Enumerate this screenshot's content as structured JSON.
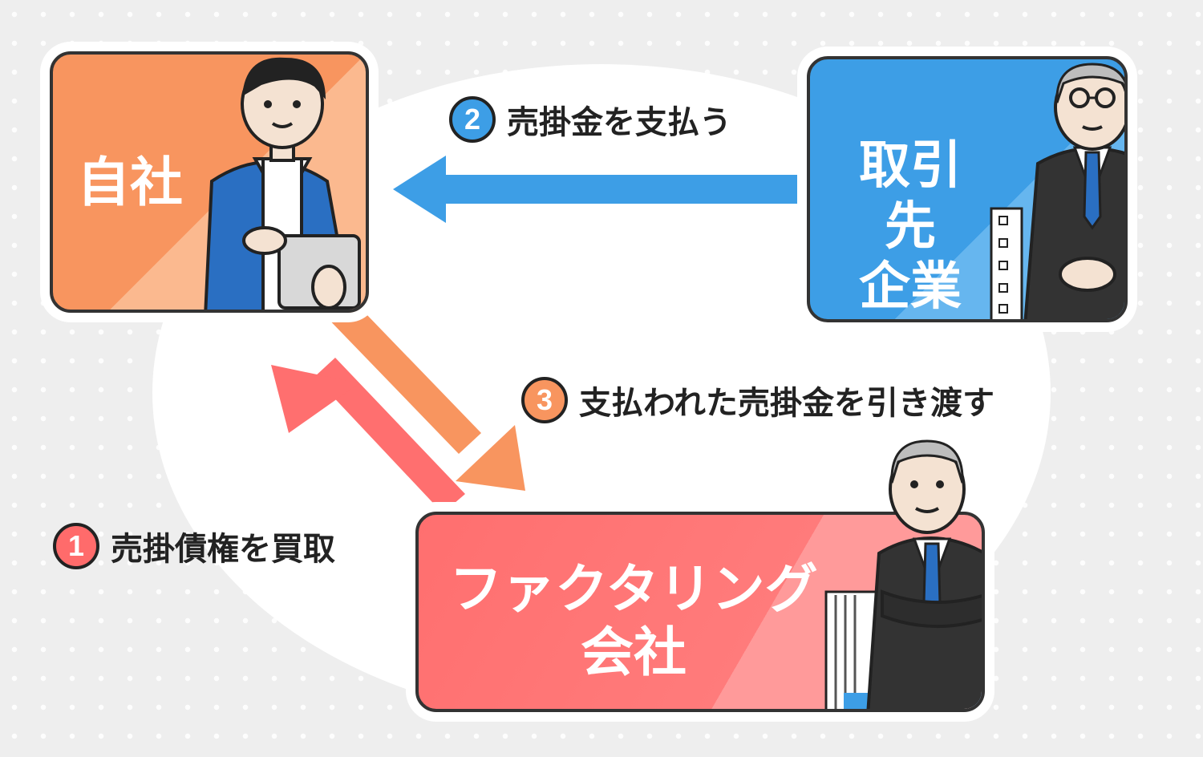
{
  "nodes": {
    "self_company": "自社",
    "client_line1": "取引先",
    "client_line2": "企業",
    "factoring_line1": "ファクタリング",
    "factoring_line2": "会社"
  },
  "steps": [
    {
      "number": "1",
      "text": "売掛債権を買取",
      "color": "#ff6b6b"
    },
    {
      "number": "2",
      "text": "売掛金を支払う",
      "color": "#3d9ee6"
    },
    {
      "number": "3",
      "text": "支払われた売掛金を引き渡す",
      "color": "#f8955f"
    }
  ],
  "icons": [
    "person-casual-icon",
    "person-elder-icon",
    "person-arms-crossed-icon",
    "building-icon"
  ]
}
